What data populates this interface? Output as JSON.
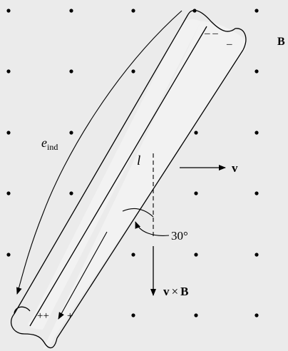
{
  "diagram": {
    "field_label": "B",
    "emf_symbol": "e",
    "emf_subscript": "ind",
    "length_label": "l",
    "velocity_label": "v",
    "vxb_v": "v",
    "vxb_times": "×",
    "vxb_b": "B",
    "angle_label": "30°",
    "top_charges_left": "– –",
    "top_charges_right": "–",
    "bottom_charges_left": "++",
    "bottom_charges_right": "+"
  },
  "colors": {
    "background": "#ebebeb",
    "conductor_fill": "#f2f2f2",
    "ink": "#000000"
  }
}
